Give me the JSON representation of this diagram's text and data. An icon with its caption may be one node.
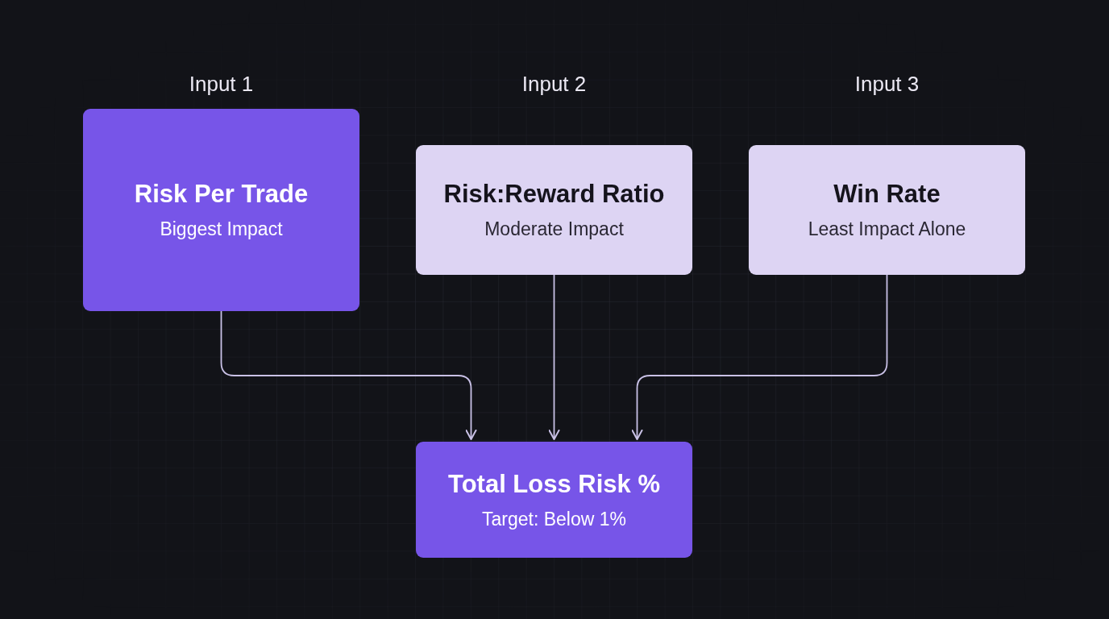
{
  "diagram": {
    "nodes": [
      {
        "text": [
          "Input 1",
          "Risk Per Trade",
          "Biggest Impact"
        ]
      },
      {
        "text": [
          "Input 2",
          "Risk:Reward Ratio",
          "Moderate Impact"
        ]
      },
      {
        "text": [
          "Input 3",
          "Win Rate",
          "Least Impact Alone"
        ]
      },
      {
        "text": [
          "Total Loss Risk %",
          "Target: Below 1%"
        ]
      }
    ],
    "edges": [
      {
        "from": 0,
        "to": 3,
        "arrow": "to"
      },
      {
        "from": 1,
        "to": 3,
        "arrow": "to"
      },
      {
        "from": 2,
        "to": 3,
        "arrow": "to"
      }
    ]
  }
}
